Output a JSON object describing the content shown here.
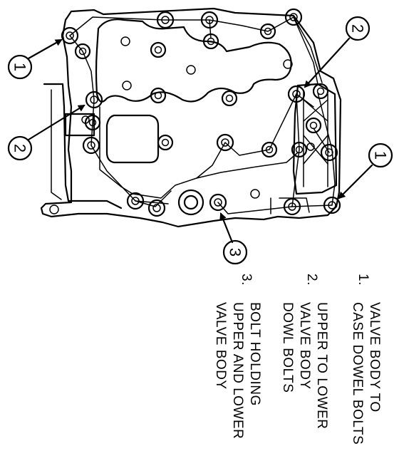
{
  "callouts": [
    {
      "id": "c1-left",
      "number": "1"
    },
    {
      "id": "c2-left",
      "number": "2"
    },
    {
      "id": "c2-right",
      "number": "2"
    },
    {
      "id": "c1-right",
      "number": "1"
    },
    {
      "id": "c3-bottom",
      "number": "3"
    }
  ],
  "legend": {
    "items": [
      {
        "number": "1.",
        "line1": "VALVE BODY TO",
        "line2": "CASE DOWEL BOLTS",
        "line3": ""
      },
      {
        "number": "2.",
        "line1": "UPPER TO LOWER",
        "line2": "VALVE BODY",
        "line3": "DOWL BOLTS"
      },
      {
        "number": "3.",
        "line1": "BOLT HOLDING",
        "line2": "UPPER AND LOWER",
        "line3": "VALVE BODY"
      }
    ]
  }
}
